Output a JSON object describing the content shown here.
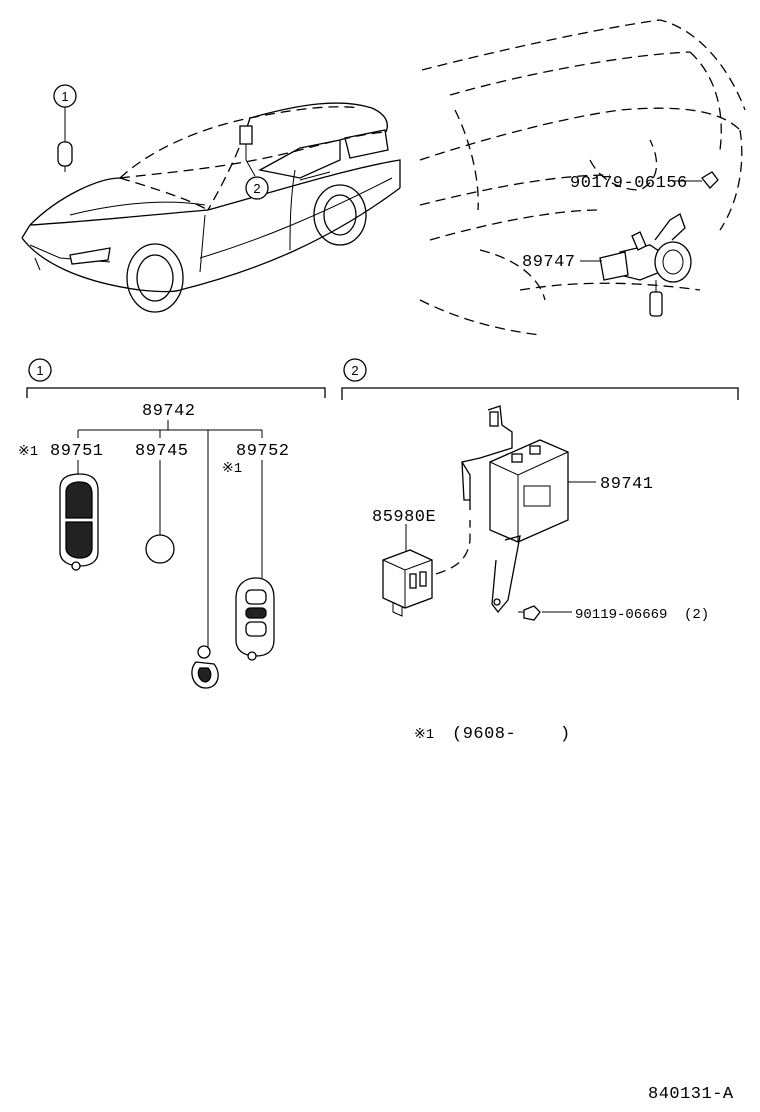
{
  "callouts": {
    "one": "1",
    "two": "2"
  },
  "parts": {
    "p90179": "90179-06156",
    "p89747": "89747",
    "p89742": "89742",
    "p89751": "89751",
    "p89745": "89745",
    "p89752": "89752",
    "p85980e": "85980E",
    "p89741": "89741",
    "p90119": "90119-06669",
    "p90119_qty": "(2)"
  },
  "notes": {
    "mark": "※1",
    "mark_small": "※1",
    "footnote_mark": "※1",
    "footnote_text": "(9608-",
    "footnote_close": ")"
  },
  "diagram_code": "840131-A"
}
